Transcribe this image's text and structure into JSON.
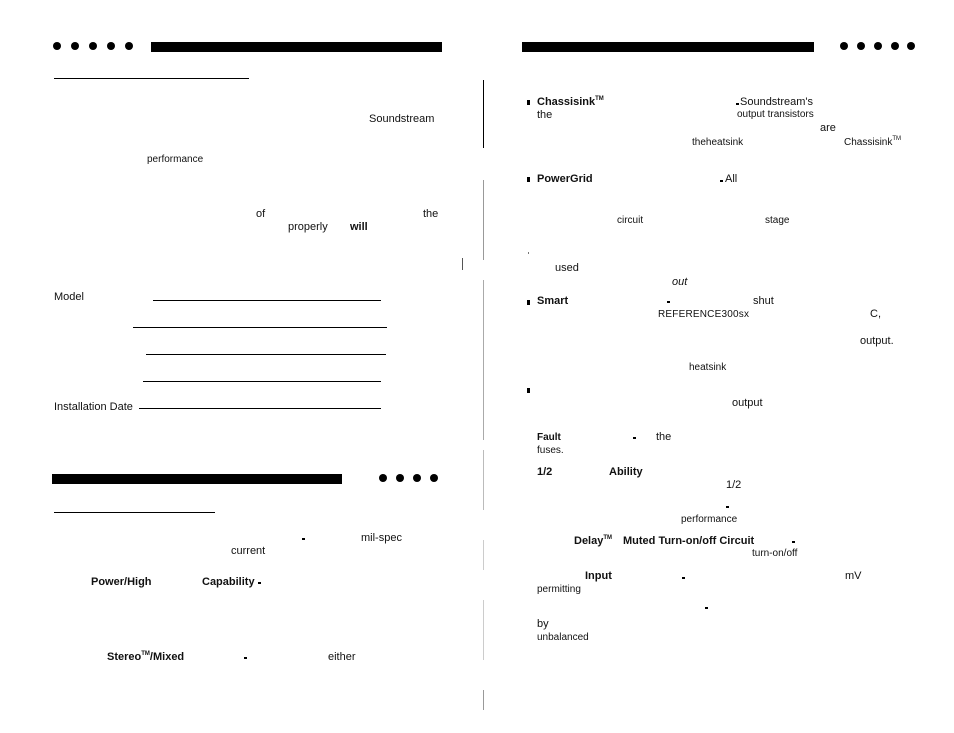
{
  "left_page": {
    "soundstream": "Soundstream",
    "performance": "performance",
    "of": "of",
    "the": "the",
    "properly": "properly",
    "will": "will",
    "form": {
      "model_label": "Model",
      "installation_date_label": "Installation Date"
    },
    "section2": {
      "mil_spec": "mil-spec",
      "current": "current",
      "power_high": "Power/High",
      "capability": "Capability",
      "stereo": "Stereo",
      "mixed": "/Mixed",
      "either": "either"
    }
  },
  "right_page": {
    "chassisink": "Chassisink",
    "trademark": "TM",
    "soundstreams": "Soundstream's",
    "the": "the",
    "output_transistors": "output transistors",
    "are": "are",
    "the_heatsink": "theheatsink",
    "chassisink_2": "Chassisink",
    "powergrid": "PowerGrid",
    "all": "All",
    "circuit": "circuit",
    "stage": "stage",
    "used": "used",
    "out": "out",
    "smart": "Smart",
    "shut": "shut",
    "model_name": "REFERENCE300sx",
    "c": "C,",
    "output_dot": "output.",
    "heatsink": "heatsink",
    "output": "output",
    "fault": "Fault",
    "the_2": "the",
    "fuses": "fuses.",
    "half": "1/2",
    "ability": "Ability",
    "half_2": "1/2",
    "performance": "performance",
    "delay": "Delay",
    "muted": "Muted Turn-on/off Circuit",
    "turn_on_off": "turn-on/off",
    "input": "Input",
    "mv": "mV",
    "permitting": "permitting",
    "by": "by",
    "unbalanced": "unbalanced"
  }
}
